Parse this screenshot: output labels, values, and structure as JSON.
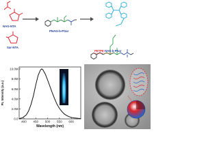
{
  "scheme": {
    "monomer_top_label": "NAG-NTA",
    "monomer_bottom_label": "Sar-NTA",
    "copolymer_label": "PNAG-b-PSar",
    "graft_label_prefix": "PETPE-",
    "graft_label_block": "NAG",
    "graft_label_suffix": "-b-PSar",
    "colors": {
      "nta_red": "#d9262e",
      "bond_green": "#1f8f3a",
      "tpe_cyan": "#1fa9d6",
      "arrow": "#4b4b4b"
    },
    "icons": [
      "reaction-arrow-icon",
      "tetraphenylethylene-structure-icon"
    ]
  },
  "chart_data": {
    "type": "line",
    "title": "",
    "xlabel": "Wavelength (nm)",
    "ylabel": "PL Intensity (a.u.)",
    "x_ticks": [
      400,
      450,
      500,
      550,
      600
    ],
    "y_ticks": [
      "0.0",
      "2.0M",
      "4.0M",
      "6.0M",
      "8.0M",
      "10.0M"
    ],
    "xlim": [
      380,
      640
    ],
    "ylim": [
      0,
      10.4
    ],
    "y_unit": "M",
    "series": [
      {
        "x": [
          380,
          395,
          410,
          420,
          430,
          440,
          450,
          460,
          470,
          475,
          480,
          490,
          500,
          510,
          520,
          530,
          540,
          550,
          560,
          570,
          580,
          590,
          600,
          610,
          620,
          630,
          640
        ],
        "y": [
          0.05,
          0.25,
          0.8,
          1.6,
          2.9,
          4.6,
          6.8,
          8.7,
          9.8,
          10.0,
          9.85,
          9.0,
          7.8,
          6.5,
          5.2,
          4.0,
          2.9,
          2.1,
          1.5,
          1.0,
          0.7,
          0.45,
          0.3,
          0.2,
          0.15,
          0.1,
          0.08
        ]
      }
    ],
    "line_color": "#111111",
    "grid": false
  },
  "inset_photo": {
    "glow_color": "#43c7ff"
  },
  "tem_image": {
    "icons": [
      "micelle-sphere-icon",
      "polymer-chain-zoom-icon"
    ],
    "colors": {
      "micelle_red": "#d9262e",
      "micelle_blue": "#2a63c8",
      "zoom_outline": "#d9262e"
    }
  }
}
